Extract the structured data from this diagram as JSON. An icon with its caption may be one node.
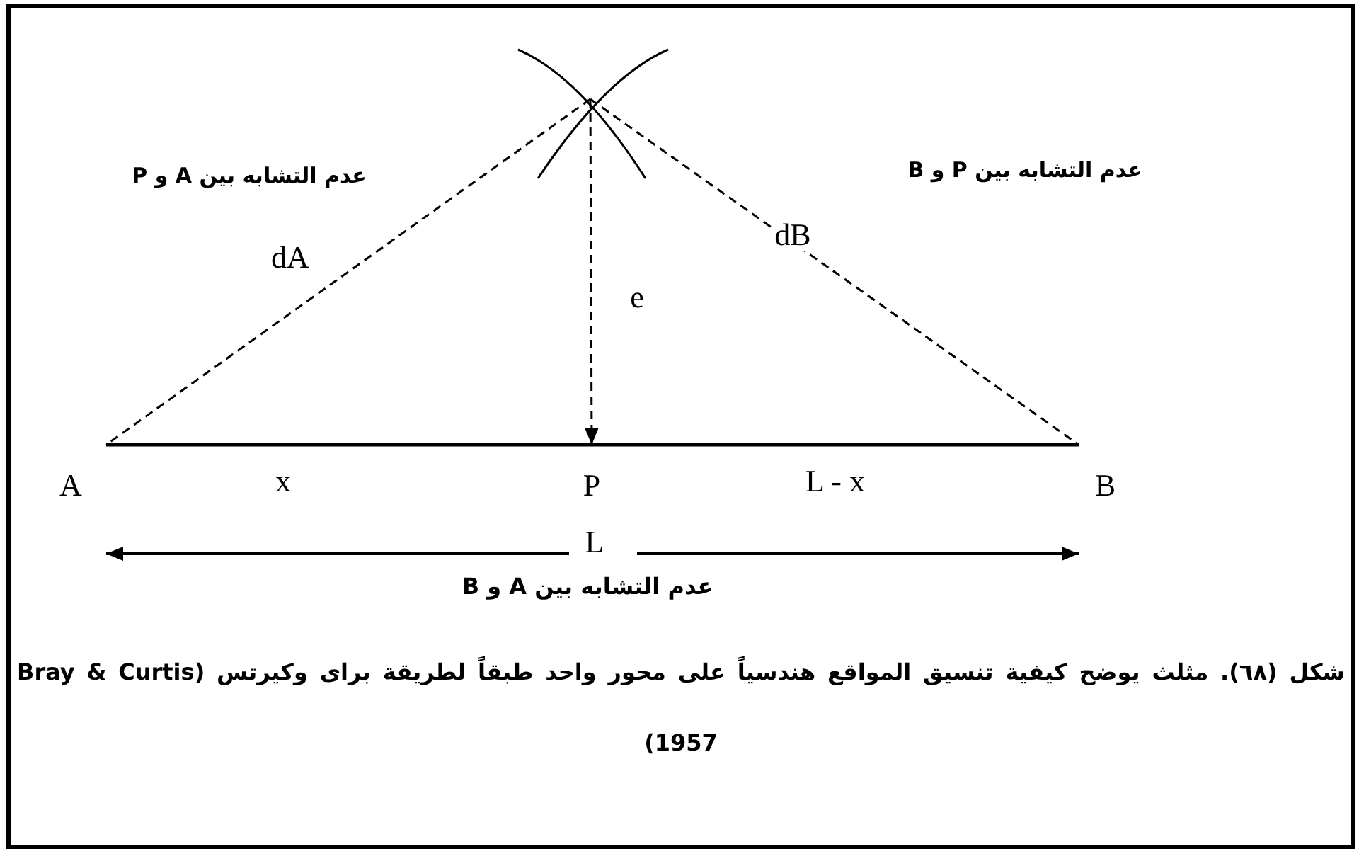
{
  "diagram": {
    "caption": "شكل (٦٨). مثلث يوضح كيفية تنسيق المواقع هندسياً على محور واحد طبقاً لطريقة براى وكيرتس (Bray & Curtis 1957)",
    "nodes": [
      {
        "text": [],
        "shape": "arc"
      },
      {
        "text": [
          "A"
        ]
      },
      {
        "text": [
          "P"
        ]
      },
      {
        "text": [
          "B"
        ]
      }
    ],
    "edges": [
      {
        "from": 0,
        "to": 1,
        "arrow": "none",
        "style": "dashed",
        "label": "dA"
      },
      {
        "from": 0,
        "to": 3,
        "arrow": "none",
        "style": "dashed",
        "label": "dB"
      },
      {
        "from": 0,
        "to": 2,
        "arrow": "to",
        "style": "dashed",
        "label": "e"
      },
      {
        "from": 1,
        "to": 2,
        "arrow": "none",
        "label": "x"
      },
      {
        "from": 2,
        "to": 3,
        "arrow": "none",
        "label": "L - x"
      }
    ],
    "labels": [
      "عدم التشابه بين A و P",
      "عدم التشابه بين P و B",
      "L",
      "عدم التشابه بين A و B"
    ]
  }
}
